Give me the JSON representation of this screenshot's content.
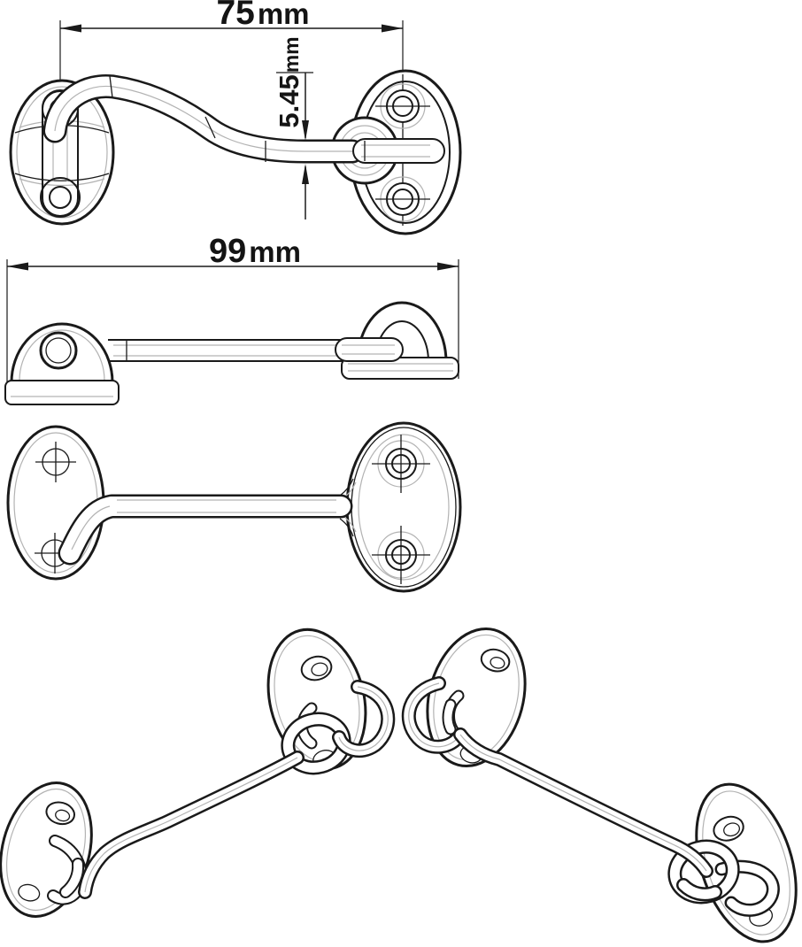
{
  "image": {
    "background_color": "#ffffff",
    "line_color": "#1a1a1a",
    "secondary_line_color": "#b3b3b3",
    "description_texts": []
  },
  "dimensions": {
    "plate_span": {
      "number": "75",
      "unit": "mm",
      "full": "75mm"
    },
    "rod_thickness": {
      "number": "5.45",
      "unit": "mm",
      "full": "5.45mm"
    },
    "overall_length": {
      "number": "99",
      "unit": "mm",
      "full": "99mm"
    }
  }
}
